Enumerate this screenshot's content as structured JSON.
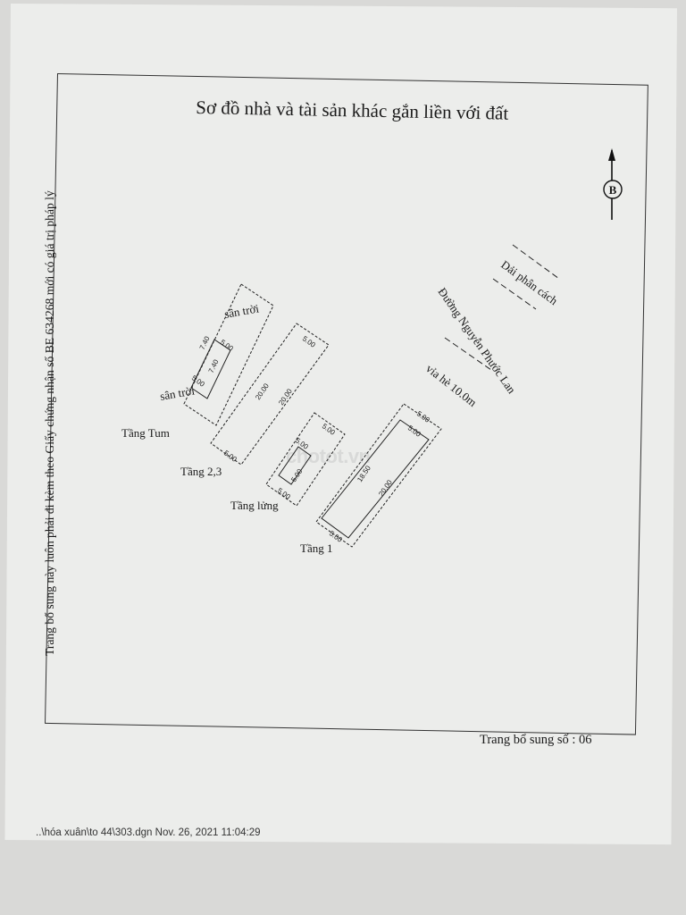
{
  "document": {
    "title": "Sơ đồ nhà và tài sản khác gắn liền với đất",
    "side_note": "Trang bổ sung này luôn phải đi kèm theo Giấy chứng nhận số BE 634268 mới có giá trị pháp lý",
    "supplement_page": "Trang bổ sung số : 06",
    "file_footer": "..\\hóa xuân\\to 44\\303.dgn  Nov. 26, 2021  11:04:29",
    "watermark": "chotot.vn"
  },
  "plan": {
    "north_label": "B",
    "road_name": "Đường Nguyễn Phước Lan",
    "median_label": "Dải phân cách",
    "sidewalk_label": "vỉa hè 10.0m",
    "floors": {
      "tum": {
        "name": "Tầng Tum",
        "terrace_top": "sân trời",
        "terrace_bottom": "sân trời",
        "dims": [
          "7.40",
          "5.00",
          "7.40",
          "5.00"
        ]
      },
      "floor23": {
        "name": "Tầng 2,3",
        "dims": [
          "5.00",
          "20.00",
          "20.00",
          "5.00"
        ]
      },
      "mezzanine": {
        "name": "Tầng lửng",
        "dims": [
          "5.00",
          "5.00",
          "5.00",
          "5.00"
        ]
      },
      "floor1": {
        "name": "Tầng 1",
        "dims": [
          "5.00",
          "5.00",
          "18.50",
          "20.00",
          "5.00"
        ]
      }
    }
  }
}
